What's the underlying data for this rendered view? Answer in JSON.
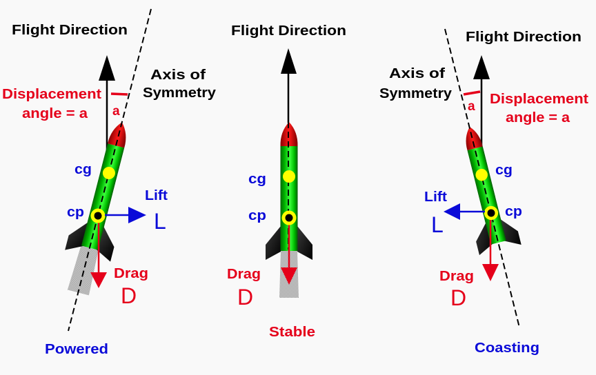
{
  "title": "Rocket stability: displacement angle, lift and drag",
  "colors": {
    "background": "#f9f9f9",
    "text_black": "#000000",
    "text_red": "#e5001a",
    "text_blue": "#0a0ad8",
    "rocket_body": "#00c000",
    "rocket_nose": "#dd0000",
    "fins": "#111111",
    "cg_marker": "#ffff00",
    "exhaust": "#aaaaaa"
  },
  "panels": [
    {
      "id": "powered",
      "flight_direction": "Flight Direction",
      "axis_line1": "Axis of",
      "axis_line2": "Symmetry",
      "displacement_line1": "Displacement",
      "displacement_line2": "angle = a",
      "angle_symbol": "a",
      "cg": "cg",
      "cp": "cp",
      "lift_label": "Lift",
      "lift_symbol": "L",
      "drag_label": "Drag",
      "drag_symbol": "D",
      "caption": "Powered"
    },
    {
      "id": "stable",
      "flight_direction": "Flight Direction",
      "cg": "cg",
      "cp": "cp",
      "drag_label": "Drag",
      "drag_symbol": "D",
      "caption": "Stable"
    },
    {
      "id": "coasting",
      "flight_direction": "Flight Direction",
      "axis_line1": "Axis of",
      "axis_line2": "Symmetry",
      "displacement_line1": "Displacement",
      "displacement_line2": "angle = a",
      "angle_symbol": "a",
      "cg": "cg",
      "cp": "cp",
      "lift_label": "Lift",
      "lift_symbol": "L",
      "drag_label": "Drag",
      "drag_symbol": "D",
      "caption": "Coasting"
    }
  ]
}
